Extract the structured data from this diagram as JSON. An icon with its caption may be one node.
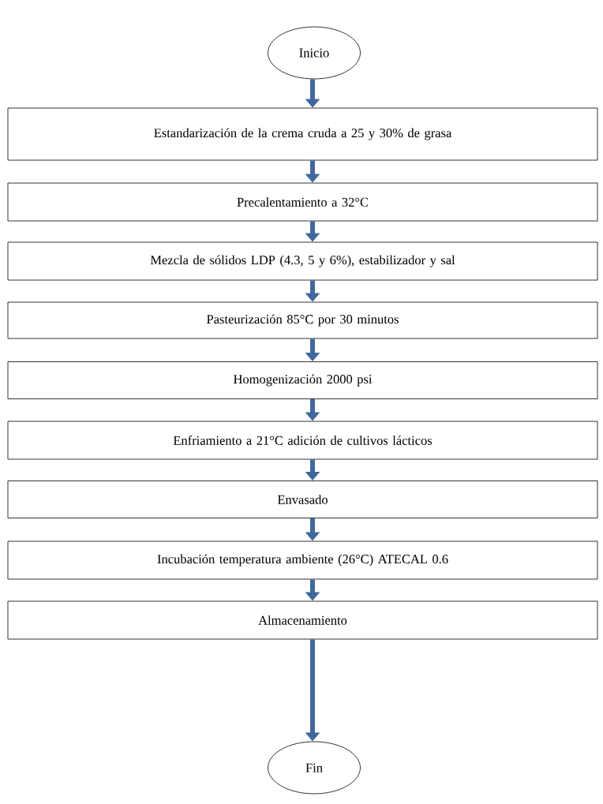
{
  "diagram": {
    "nodes": [
      {
        "text": [
          "Inicio"
        ]
      },
      {
        "text": [
          "Estandarización de la crema cruda a 25 y 30% de grasa"
        ]
      },
      {
        "text": [
          "Precalentamiento a 32°C"
        ]
      },
      {
        "text": [
          "Mezcla de sólidos LDP (4.3, 5 y 6%), estabilizador y sal"
        ]
      },
      {
        "text": [
          "Pasteurización 85°C por 30 minutos"
        ]
      },
      {
        "text": [
          "Homogenización 2000 psi"
        ]
      },
      {
        "text": [
          "Enfriamiento a 21°C adición de cultivos lácticos"
        ]
      },
      {
        "text": [
          "Envasado"
        ]
      },
      {
        "text": [
          "Incubación temperatura ambiente (26°C) ATECAL 0.6"
        ]
      },
      {
        "text": [
          "Almacenamiento"
        ]
      },
      {
        "text": [
          "Fin"
        ]
      }
    ],
    "edges": [
      {
        "from": 0,
        "to": 1,
        "arrow": "to"
      },
      {
        "from": 1,
        "to": 2,
        "arrow": "to"
      },
      {
        "from": 2,
        "to": 3,
        "arrow": "to"
      },
      {
        "from": 3,
        "to": 4,
        "arrow": "to"
      },
      {
        "from": 4,
        "to": 5,
        "arrow": "to"
      },
      {
        "from": 5,
        "to": 6,
        "arrow": "to"
      },
      {
        "from": 6,
        "to": 7,
        "arrow": "to"
      },
      {
        "from": 7,
        "to": 8,
        "arrow": "to"
      },
      {
        "from": 8,
        "to": 9,
        "arrow": "to"
      },
      {
        "from": 9,
        "to": 10,
        "arrow": "to"
      }
    ]
  }
}
